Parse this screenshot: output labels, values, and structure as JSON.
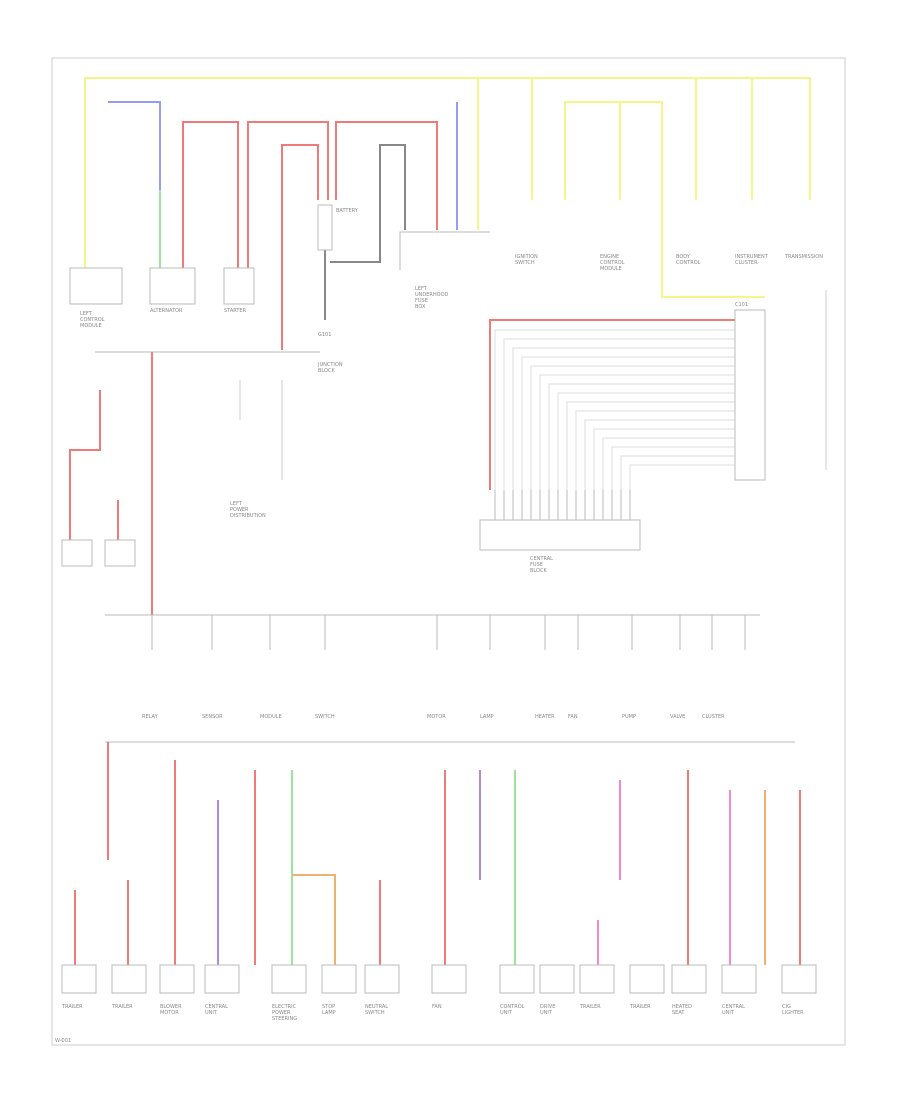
{
  "colors": {
    "yellow": "#f5f58a",
    "red": "#f07a7a",
    "blue": "#9a9af0",
    "green": "#9ee29e",
    "gray": "#888888",
    "purple": "#b08ad8",
    "pink": "#f08ad0",
    "orange": "#f0b070"
  },
  "components": {
    "battery": "BATTERY",
    "alternator": "ALTERNATOR",
    "starter": "STARTER",
    "ground": "G101",
    "left_box": "LEFT CONTROL MODULE",
    "fuse_box_top": "LEFT UNDERHOOD FUSE BOX",
    "jb": "JUNCTION BLOCK",
    "fuse_block": "CENTRAL FUSE BLOCK",
    "left_bottom": "LEFT POWER DISTRIBUTION",
    "right_connector": "C101",
    "footer": "W-001"
  },
  "top_loads": [
    "IGNITION SWITCH",
    "ENGINE CONTROL MODULE",
    "BODY CONTROL",
    "INSTRUMENT CLUSTER",
    "TRANSMISSION"
  ],
  "mid_loads": [
    "RELAY",
    "SENSOR",
    "MODULE",
    "SWITCH",
    "MOTOR",
    "LAMP",
    "HEATER",
    "FAN",
    "PUMP",
    "VALVE",
    "CLUSTER"
  ],
  "bottom_loads": [
    "TRAILER",
    "TRAILER",
    "BLOWER MOTOR",
    "CENTRAL UNIT",
    "ELECTRIC POWER STEERING",
    "STOP LAMP",
    "NEUTRAL SWITCH",
    "FAN",
    "CONTROL UNIT",
    "DRIVE UNIT",
    "TRAILER",
    "TRAILER",
    "HEATED SEAT",
    "CENTRAL UNIT",
    "CIG LIGHTER"
  ]
}
